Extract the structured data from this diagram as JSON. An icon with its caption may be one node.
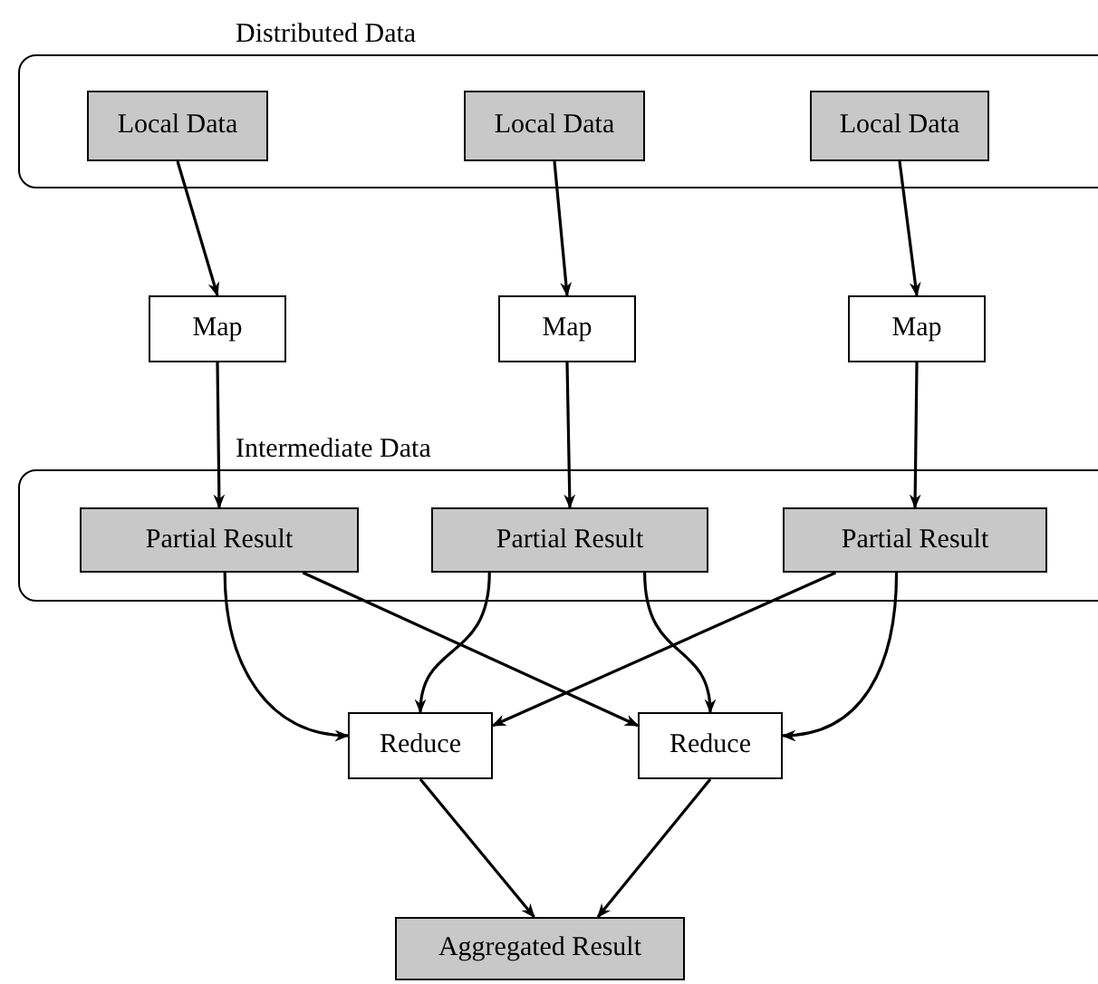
{
  "diagram": {
    "nodes": [
      {
        "text": [
          "Distributed Data"
        ]
      },
      {
        "text": [
          "Local Data"
        ],
        "in": 0
      },
      {
        "text": [
          "Local Data"
        ],
        "in": 0
      },
      {
        "text": [
          "Local Data"
        ],
        "in": 0
      },
      {
        "text": [
          "Map"
        ]
      },
      {
        "text": [
          "Map"
        ]
      },
      {
        "text": [
          "Map"
        ]
      },
      {
        "text": [
          "Intermediate Data"
        ]
      },
      {
        "text": [
          "Partial Result"
        ],
        "in": 7
      },
      {
        "text": [
          "Partial Result"
        ],
        "in": 7
      },
      {
        "text": [
          "Partial Result"
        ],
        "in": 7
      },
      {
        "text": [
          "Reduce"
        ]
      },
      {
        "text": [
          "Reduce"
        ]
      },
      {
        "text": [
          "Aggregated Result"
        ]
      }
    ],
    "edges": [
      {
        "from": 1,
        "to": 4,
        "arrow": "to"
      },
      {
        "from": 2,
        "to": 5,
        "arrow": "to"
      },
      {
        "from": 3,
        "to": 6,
        "arrow": "to"
      },
      {
        "from": 4,
        "to": 8,
        "arrow": "to"
      },
      {
        "from": 5,
        "to": 9,
        "arrow": "to"
      },
      {
        "from": 6,
        "to": 10,
        "arrow": "to"
      },
      {
        "from": 8,
        "to": 11,
        "arrow": "to"
      },
      {
        "from": 8,
        "to": 12,
        "arrow": "to"
      },
      {
        "from": 9,
        "to": 11,
        "arrow": "to"
      },
      {
        "from": 9,
        "to": 12,
        "arrow": "to"
      },
      {
        "from": 10,
        "to": 11,
        "arrow": "to"
      },
      {
        "from": 10,
        "to": 12,
        "arrow": "to"
      },
      {
        "from": 11,
        "to": 13,
        "arrow": "to"
      },
      {
        "from": 12,
        "to": 13,
        "arrow": "to"
      }
    ]
  }
}
